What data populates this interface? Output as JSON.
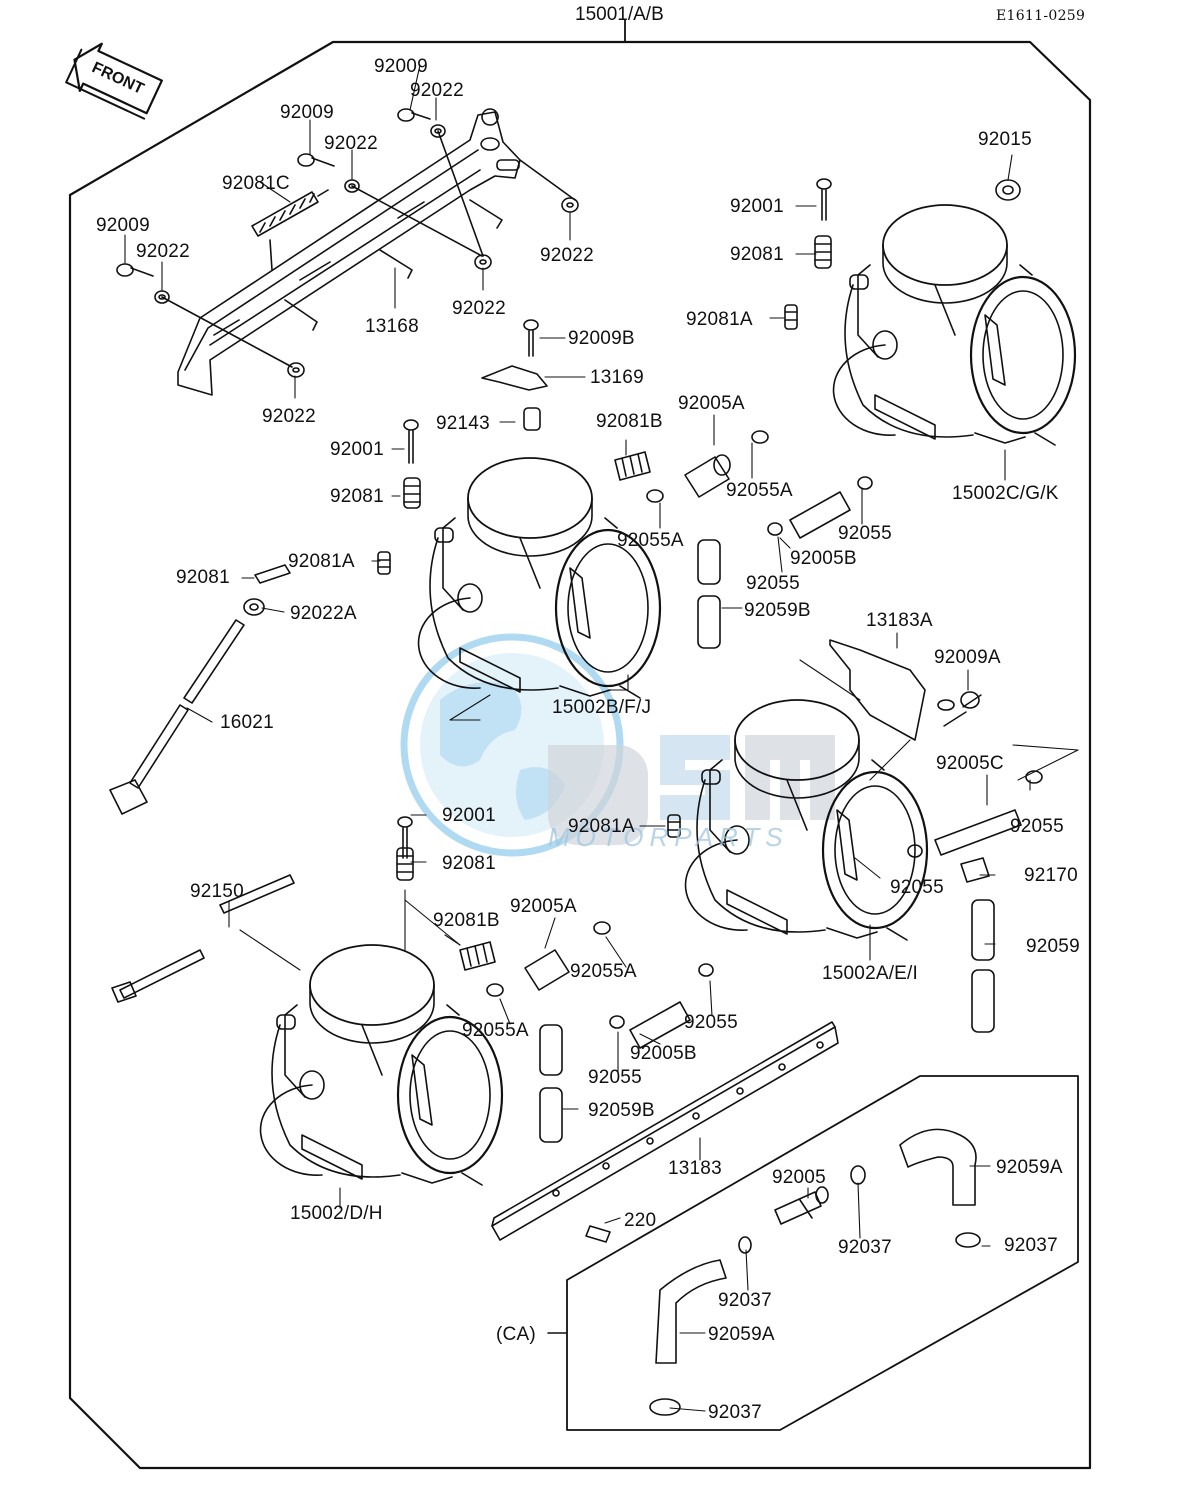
{
  "diagram": {
    "assembly_number": "15001/A/B",
    "reference_code": "E1611-0259",
    "front_arrow_label": "FRONT",
    "watermark": {
      "brand": "OSM",
      "subtitle": "MOTORPARTS",
      "color": "#4aa7dc"
    },
    "callouts": {
      "c1": "92009",
      "c2": "92022",
      "c3": "92009",
      "c4": "92022",
      "c5": "92081C",
      "c6": "92009",
      "c7": "92022",
      "c8": "92022",
      "c9": "92022",
      "c10": "13168",
      "c11": "92022",
      "c12": "92009B",
      "c13": "13169",
      "c14": "92143",
      "c15": "92081B",
      "c16": "92005A",
      "c17": "92001",
      "c18": "92055A",
      "c19": "92081",
      "c20": "92055A",
      "c21": "92081A",
      "c22": "92081",
      "c23": "92022A",
      "c24": "92059B",
      "c25": "16021",
      "c26": "15002B/F/J",
      "c27": "92015",
      "c28": "92001",
      "c29": "92081",
      "c30": "92081A",
      "c31": "15002C/G/K",
      "c32": "92055",
      "c33": "92005B",
      "c34": "92055",
      "c35": "13183A",
      "c36": "92009A",
      "c37": "92005C",
      "c38": "92055",
      "c39": "92001",
      "c40": "92081A",
      "c41": "92055",
      "c42": "92170",
      "c43": "92081",
      "c44": "92150",
      "c45": "92005A",
      "c46": "92081B",
      "c47": "92055A",
      "c48": "92059",
      "c49": "15002A/E/I",
      "c50": "92055A",
      "c51": "92055",
      "c52": "92005B",
      "c53": "92055",
      "c54": "92059B",
      "c55": "13183",
      "c56": "92059A",
      "c57": "92005",
      "c58": "92037",
      "c59": "92037",
      "c60": "220",
      "c61": "15002/D/H",
      "c62": "92037",
      "c63": "(CA)",
      "c64": "92059A",
      "c65": "92037"
    }
  }
}
